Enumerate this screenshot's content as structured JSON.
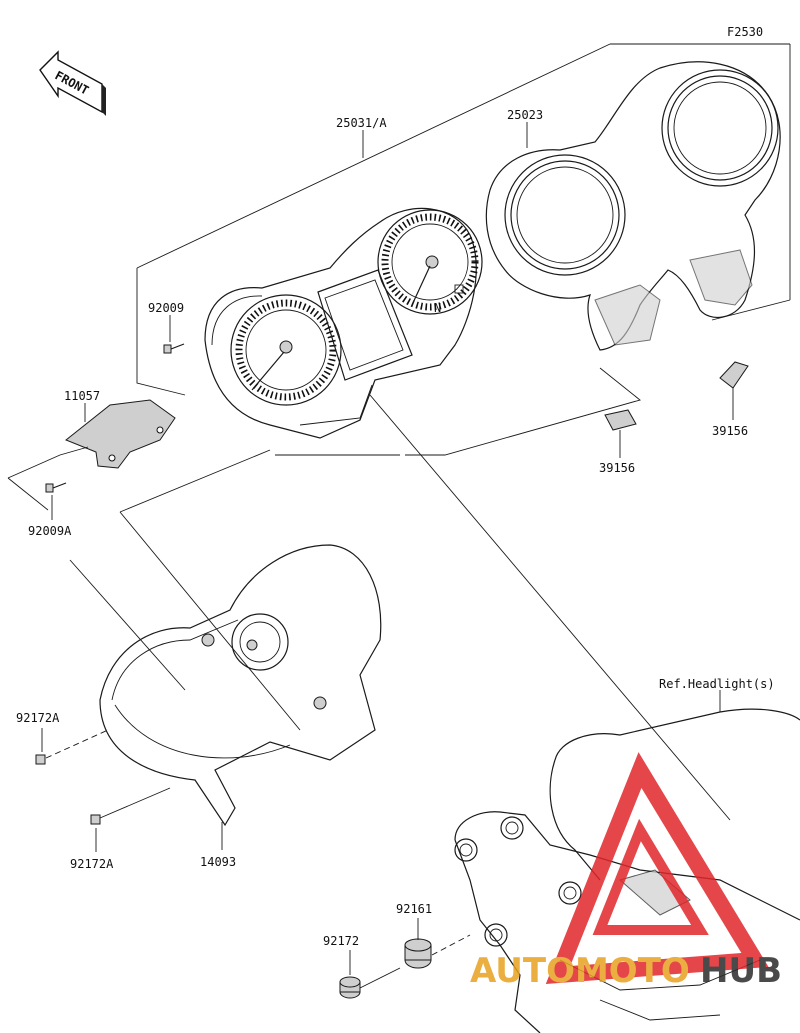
{
  "figure_code": "F2530",
  "front_marker": "FRONT",
  "reference_note": "Ref.Headlight(s)",
  "parts": [
    {
      "id": "p-25031A",
      "label": "25031/A"
    },
    {
      "id": "p-25023",
      "label": "25023"
    },
    {
      "id": "p-92009",
      "label": "92009"
    },
    {
      "id": "p-11057",
      "label": "11057"
    },
    {
      "id": "p-92009A",
      "label": "92009A"
    },
    {
      "id": "p-39156-a",
      "label": "39156"
    },
    {
      "id": "p-39156-b",
      "label": "39156"
    },
    {
      "id": "p-92172A-a",
      "label": "92172A"
    },
    {
      "id": "p-92172A-b",
      "label": "92172A"
    },
    {
      "id": "p-14093",
      "label": "14093"
    },
    {
      "id": "p-92161",
      "label": "92161"
    },
    {
      "id": "p-92172",
      "label": "92172"
    }
  ],
  "watermark": {
    "text_left": "AUTOMOTO",
    "text_right": "HUB",
    "color_primary": "#e0262b",
    "color_secondary": "#2b2b2b"
  }
}
